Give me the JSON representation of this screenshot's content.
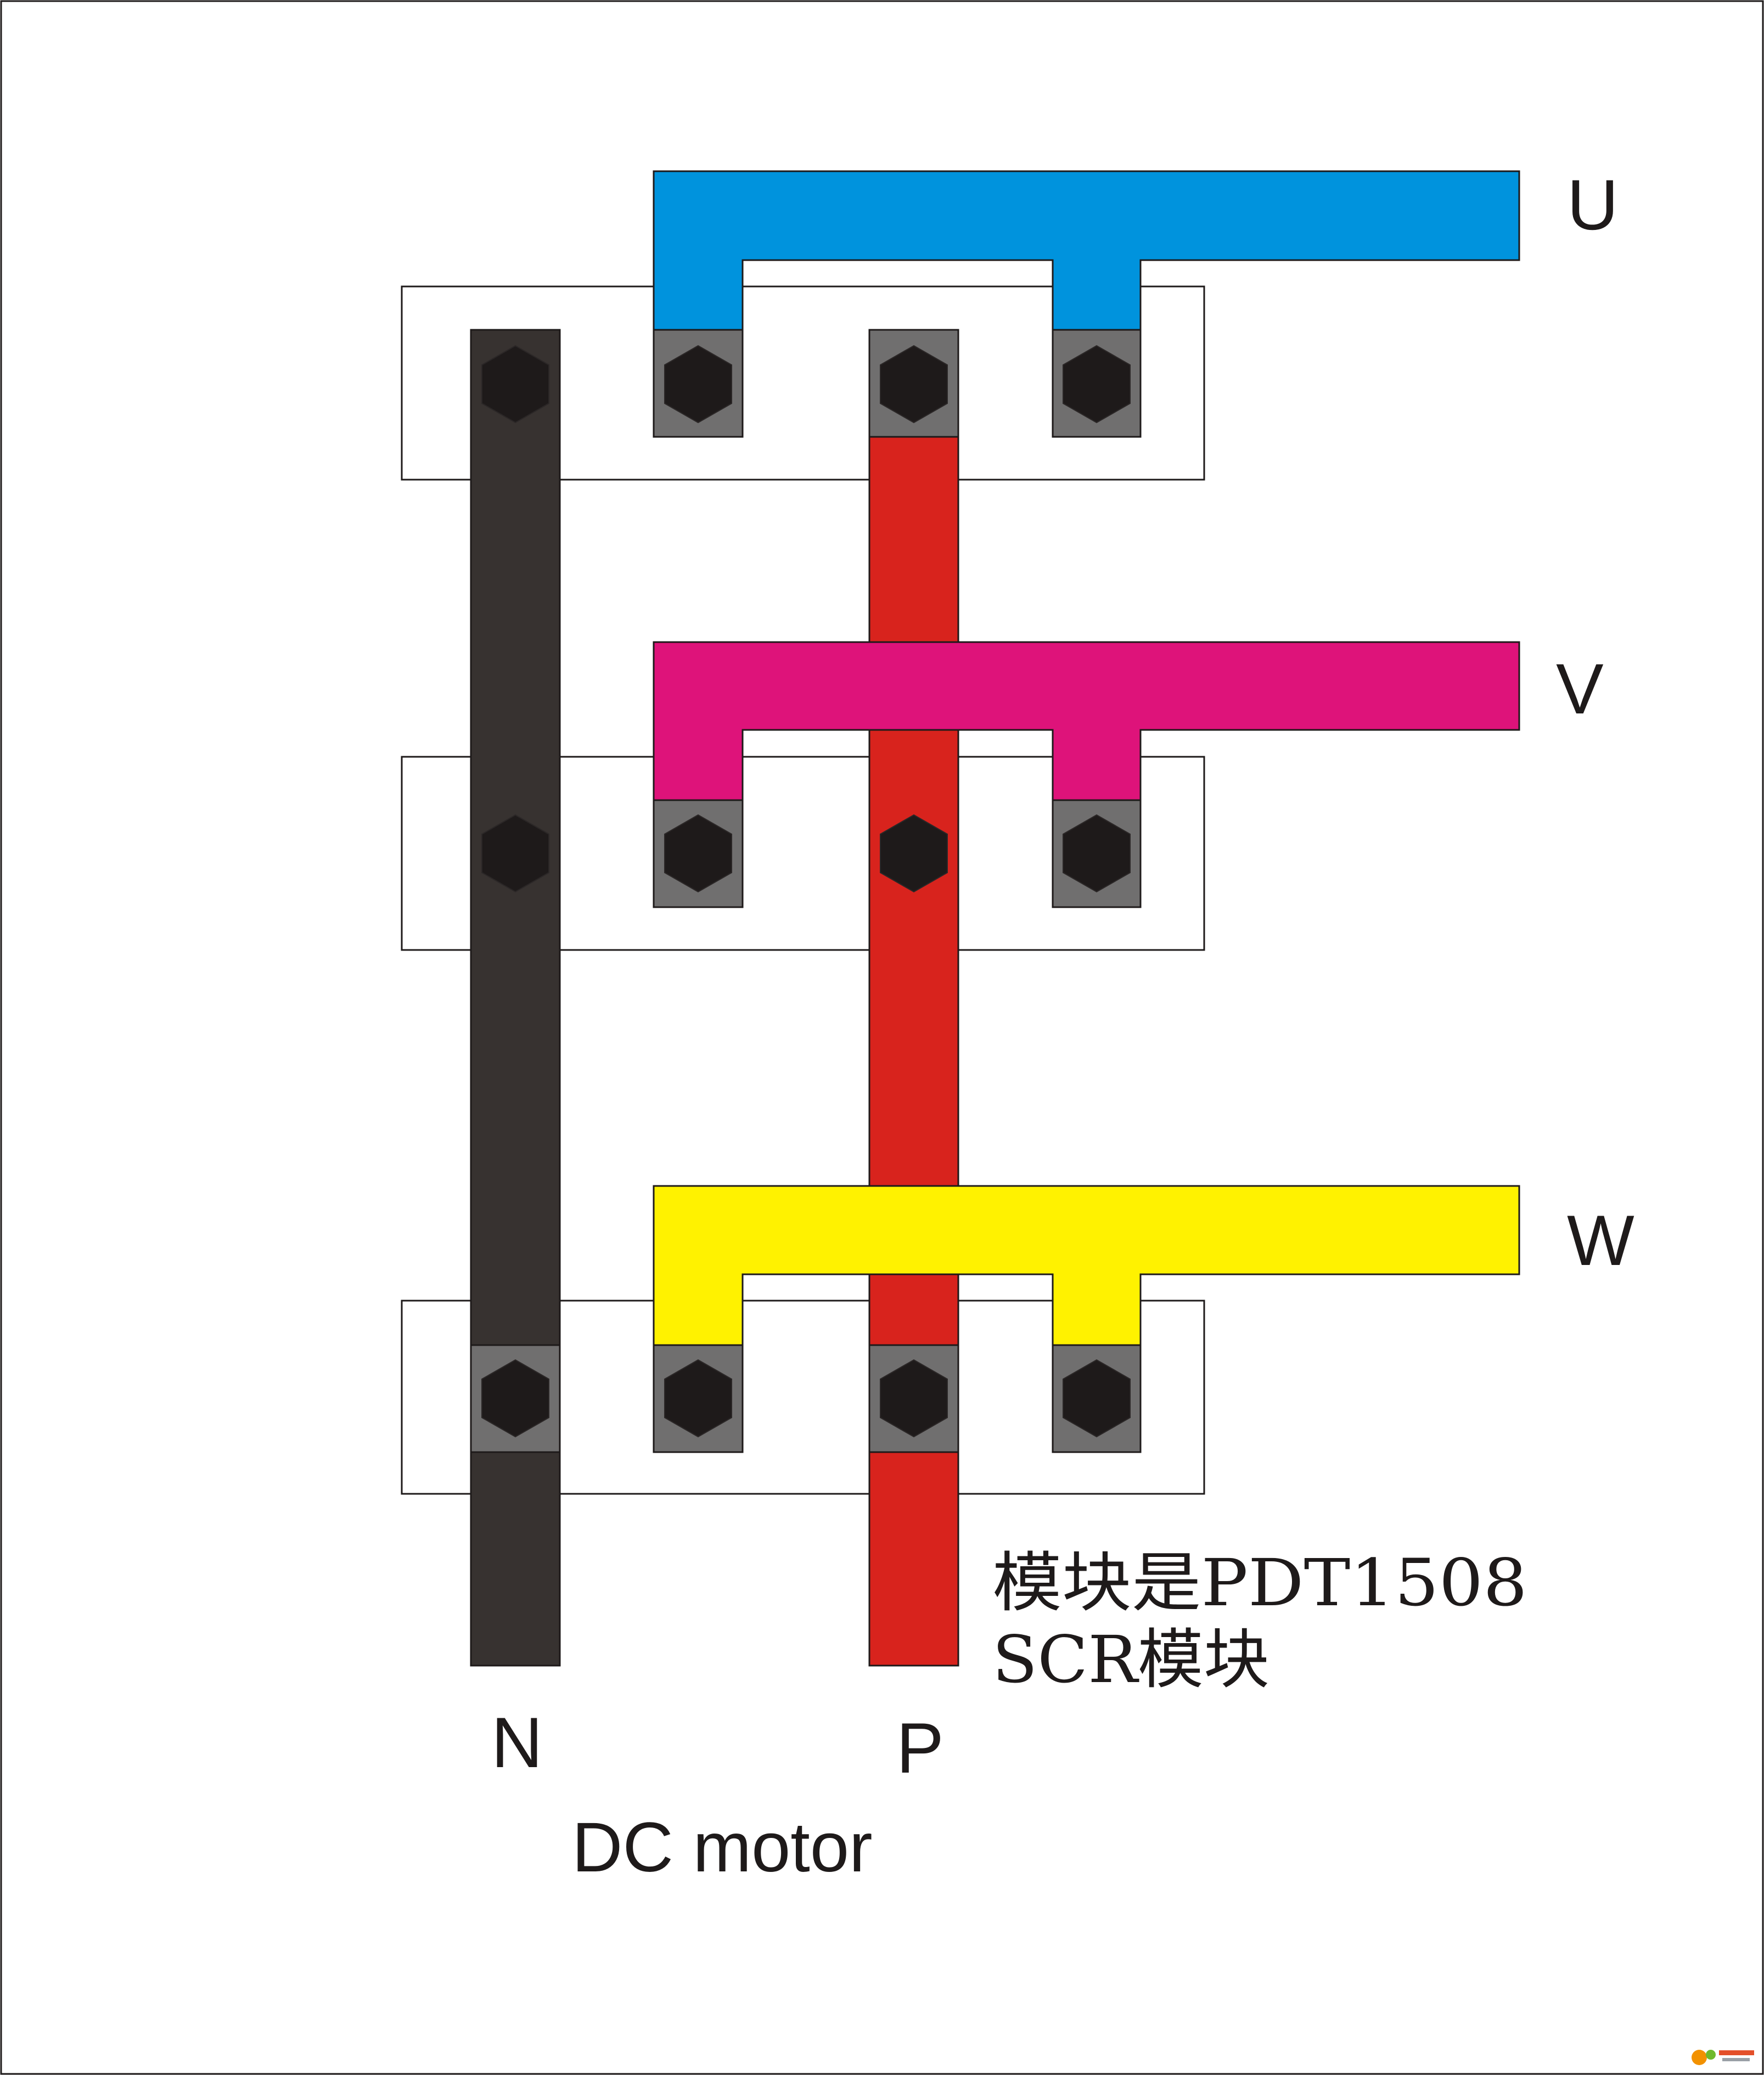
{
  "labels": {
    "phase_u": "U",
    "phase_v": "V",
    "phase_w": "W",
    "terminal_n": "N",
    "terminal_p": "P",
    "motor": "DC motor"
  },
  "note": {
    "line1": "模块是PDT1508",
    "line2": "SCR模块"
  },
  "colors": {
    "phase_u": "#0093dd",
    "phase_v": "#de137a",
    "phase_w": "#fff200",
    "bus_n": "#373230",
    "bus_p": "#d8231d",
    "terminal_block": "#706f6f",
    "bolt": "#1e1a1a",
    "module_outline": "#1e1a1a",
    "background": "#ffffff"
  },
  "components": {
    "modules": [
      "scr-module",
      "scr-module",
      "scr-module"
    ],
    "bolt_icon": "hex-bolt-icon",
    "watermark": "watermark-logo"
  }
}
